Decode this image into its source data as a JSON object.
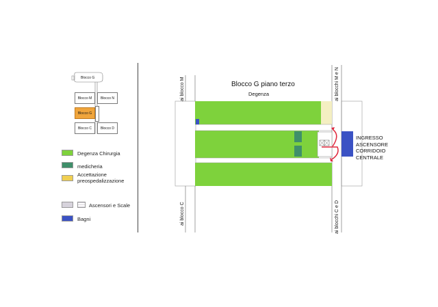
{
  "title": "Blocco G piano terzo",
  "subtitle": "Degenza",
  "entrance": [
    "INGRESSO",
    "ASCENSORE",
    "CORRIDOIO",
    "CENTRALE"
  ],
  "directions": {
    "to_m": "ai blocco M",
    "to_c": "ai blocco C",
    "to_mn": "ai blocchi M e N",
    "to_cd": "ai blocchi C e D"
  },
  "minimap": {
    "block_g": "Blocco G",
    "block_m": "Blocco M",
    "block_n": "Blocco N",
    "block_g_small": "Blocco G",
    "block_c": "Blocco C",
    "block_d": "Blocco D"
  },
  "legend": [
    {
      "label": "Degenza Chirurgia",
      "color": "#7ed23c"
    },
    {
      "label": "medicheria",
      "color": "#3f8f6a"
    },
    {
      "label": "Accettazione\npreospedalizzazione",
      "color": "#f0cf52"
    },
    {
      "label": "Ascensori e Scale",
      "color": "#d7d3dc"
    },
    {
      "label": "Bagni",
      "color": "#3b52c4"
    }
  ],
  "colors": {
    "green": "#7ed23c",
    "dark_green": "#3f8f6a",
    "blue": "#3b52c4",
    "pale_yellow": "#f4efc2",
    "orange": "#f0a53c",
    "arrow": "#e0263c"
  }
}
